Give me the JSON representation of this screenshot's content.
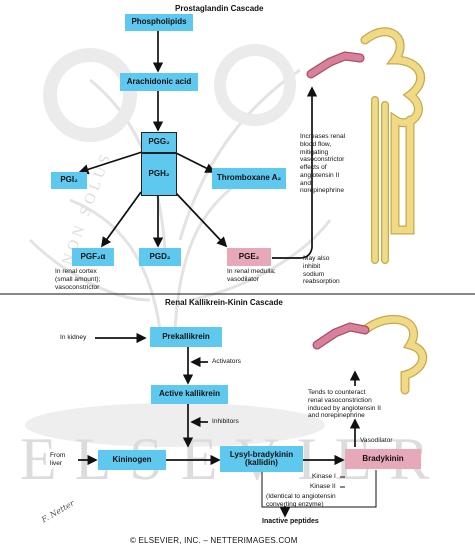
{
  "watermark": {
    "brand": "ELSEVIER",
    "motto": "NON SOLUS"
  },
  "cascade1": {
    "title": "Prostaglandin Cascade",
    "boxes": {
      "phospholipids": "Phospholipids",
      "arachidonic": "Arachidonic acid",
      "pgg2": "PGG₂",
      "pgh2": "PGH₂",
      "pgi2": "PGI₂",
      "thromboxane": "Thromboxane A₂",
      "pgf2a": "PGF₂α",
      "pgd2": "PGD₂",
      "pge2": "PGE₂"
    },
    "notes": {
      "pgf": "In renal cortex\n(small amount);\nvasoconstrictor",
      "pge": "In renal medulla;\nvasodilator",
      "blood_flow": "Increases renal\nblood flow,\nmitigating\nvasoconstrictor\neffects of\nangiotensin II\nand\nnorepinephrine",
      "sodium": "May also\ninhibit\nsodium\nreabsorption"
    }
  },
  "cascade2": {
    "title": "Renal Kallikrein-Kinin Cascade",
    "boxes": {
      "prekallikrein": "Prekallikrein",
      "active_kallikrein": "Active kallikrein",
      "kininogen": "Kininogen",
      "lysyl": "Lysyl-bradykinin\n(kallidin)",
      "bradykinin": "Bradykinin"
    },
    "notes": {
      "kidney": "In kidney",
      "activators": "Activators",
      "inhibitors": "Inhibitors",
      "liver": "From\nliver",
      "counteract": "Tends to counteract\nrenal vasoconstriction\ninduced by angiotensin II\nand norepinephrine",
      "vasodilator": "Vasodilator",
      "kinase1": "Kinase I",
      "kinase2": "Kinase II",
      "identical": "(Identical to angiotensin\nconverting enzyme)",
      "inactive": "Inactive peptides"
    }
  },
  "footer": {
    "copyright": "© ELSEVIER, INC. – NETTERIMAGES.COM",
    "signature": "F. Netter"
  },
  "colors": {
    "box_blue": "#5ec8ee",
    "box_pink": "#e7a9b9",
    "nephron_yellow": "#f1da86",
    "nephron_pink": "#d7829a"
  }
}
